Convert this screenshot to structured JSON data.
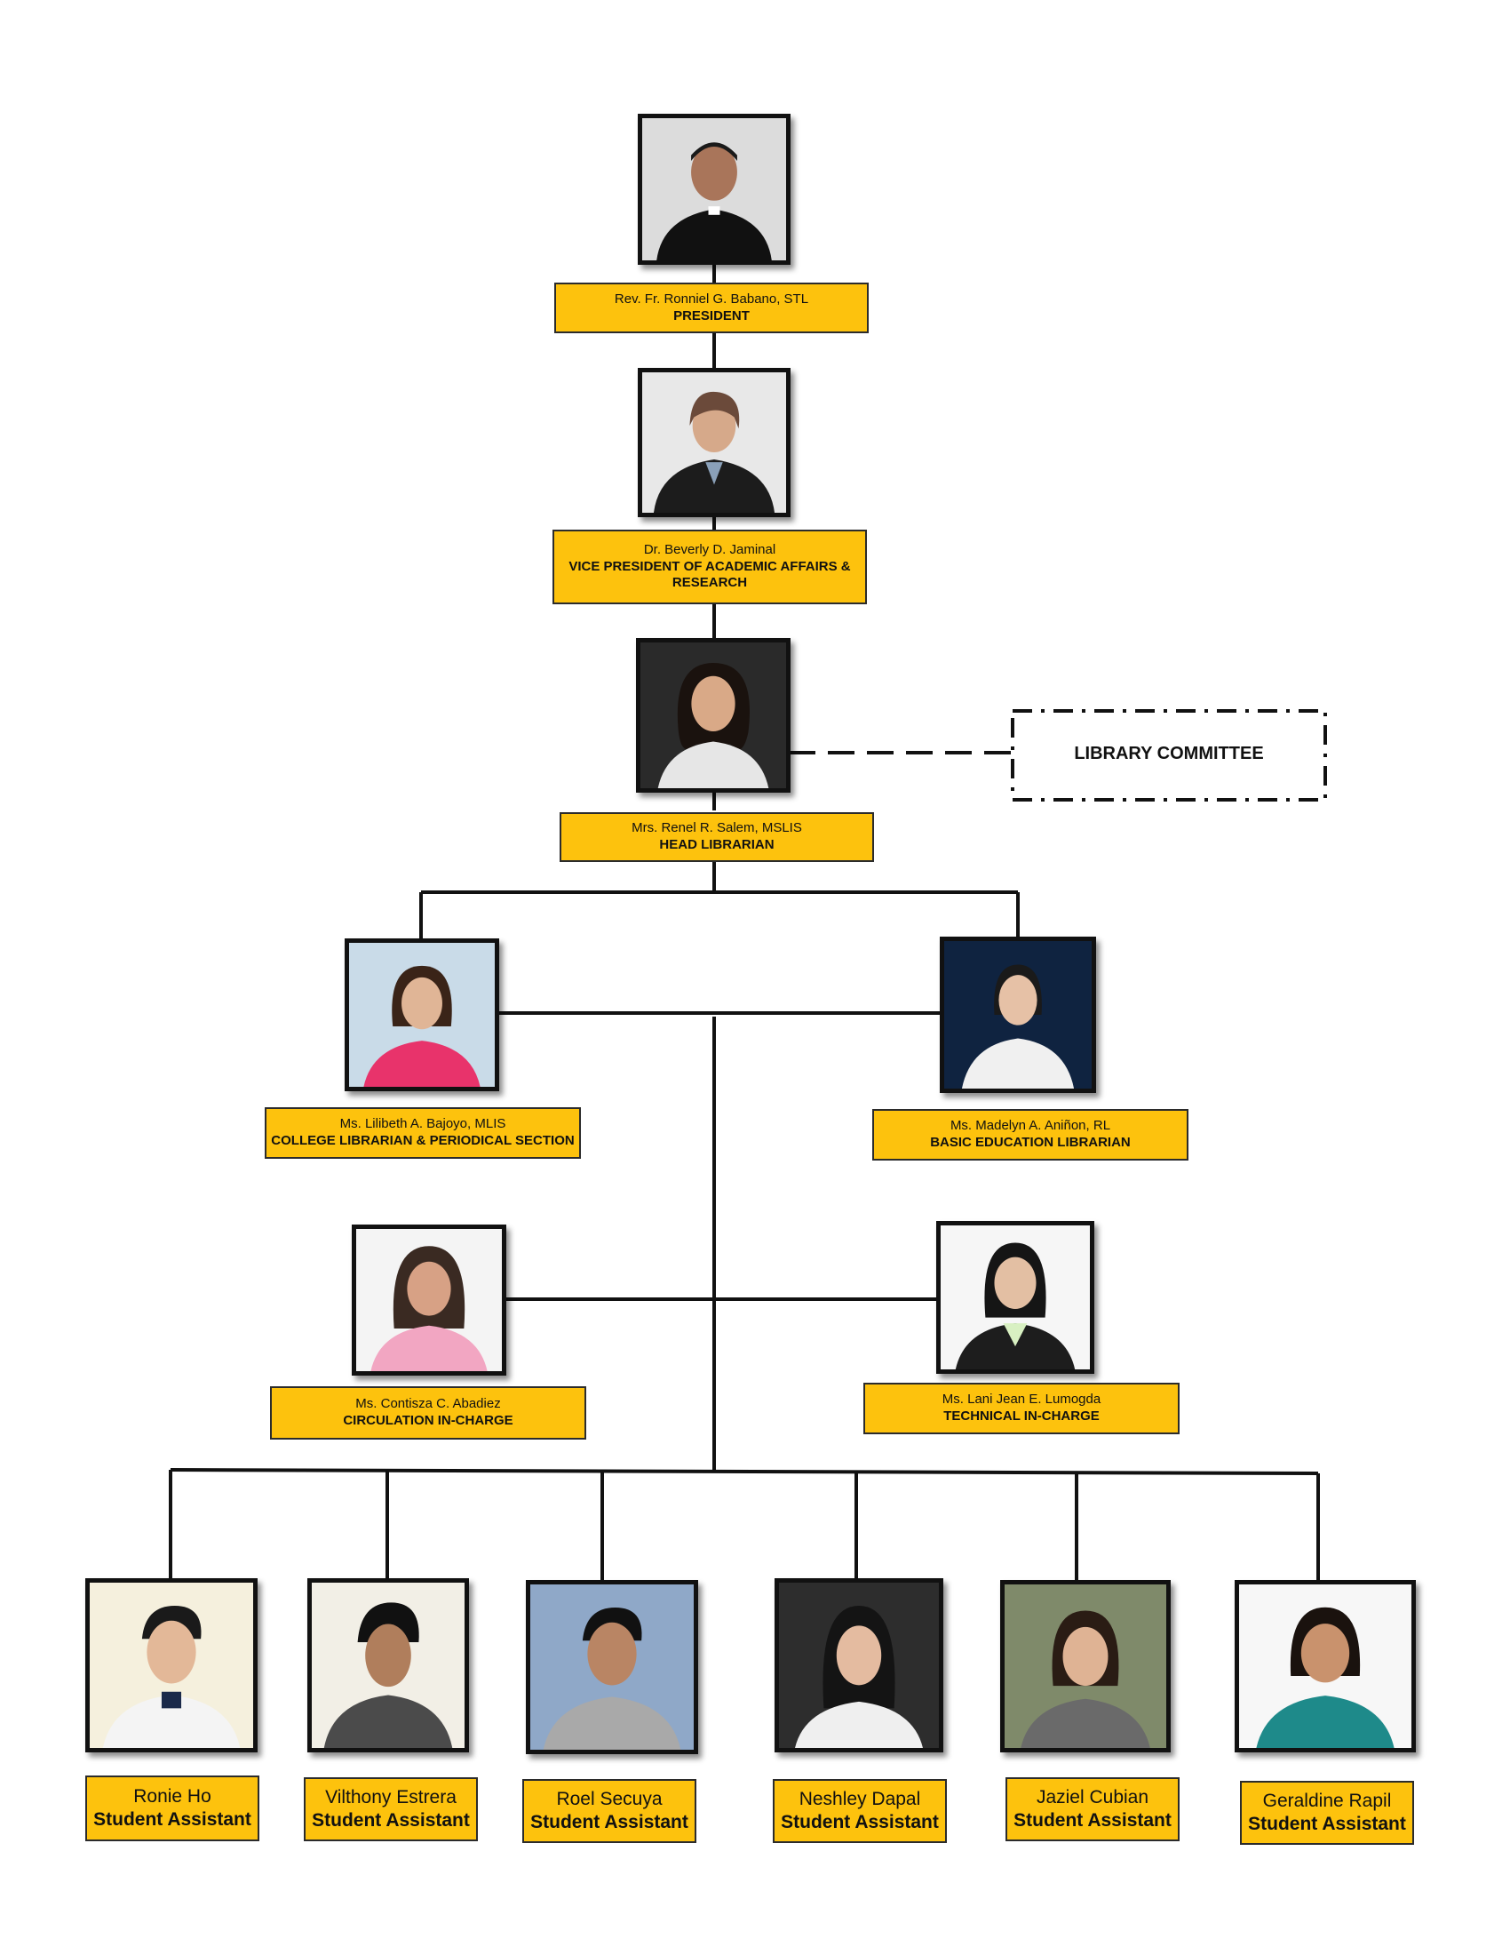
{
  "colors": {
    "label_fill": "#fdc20d",
    "line": "#111111"
  },
  "committee": {
    "label": "LIBRARY COMMITTEE"
  },
  "nodes": [
    {
      "id": "president",
      "name": "Rev. Fr. Ronniel G. Babano, STL",
      "role": "PRESIDENT",
      "photo": "priest-portrait"
    },
    {
      "id": "vp",
      "name": "Dr. Beverly D. Jaminal",
      "role": "VICE PRESIDENT OF ACADEMIC AFFAIRS & RESEARCH",
      "photo": "woman-portrait"
    },
    {
      "id": "head",
      "name": "Mrs. Renel R. Salem, MSLIS",
      "role": "HEAD LIBRARIAN",
      "photo": "woman-portrait"
    },
    {
      "id": "college",
      "name": "Ms. Lilibeth A. Bajoyo, MLIS",
      "role": "COLLEGE LIBRARIAN & PERIODICAL SECTION",
      "photo": "woman-portrait"
    },
    {
      "id": "basic",
      "name": "Ms. Madelyn A. Aniñon, RL",
      "role": "BASIC EDUCATION LIBRARIAN",
      "photo": "woman-portrait"
    },
    {
      "id": "circulation",
      "name": "Ms. Contisza C. Abadiez",
      "role": "CIRCULATION IN-CHARGE",
      "photo": "woman-portrait"
    },
    {
      "id": "technical",
      "name": "Ms. Lani Jean E. Lumogda",
      "role": "TECHNICAL IN-CHARGE",
      "photo": "woman-portrait"
    },
    {
      "id": "sa1",
      "name": "Ronie Ho",
      "role": "Student Assistant",
      "photo": "man-portrait"
    },
    {
      "id": "sa2",
      "name": "Vilthony Estrera",
      "role": "Student Assistant",
      "photo": "man-portrait"
    },
    {
      "id": "sa3",
      "name": "Roel Secuya",
      "role": "Student Assistant",
      "photo": "man-portrait"
    },
    {
      "id": "sa4",
      "name": "Neshley Dapal",
      "role": "Student Assistant",
      "photo": "woman-portrait"
    },
    {
      "id": "sa5",
      "name": "Jaziel Cubian",
      "role": "Student Assistant",
      "photo": "woman-portrait"
    },
    {
      "id": "sa6",
      "name": "Geraldine Rapil",
      "role": "Student Assistant",
      "photo": "woman-portrait"
    }
  ]
}
